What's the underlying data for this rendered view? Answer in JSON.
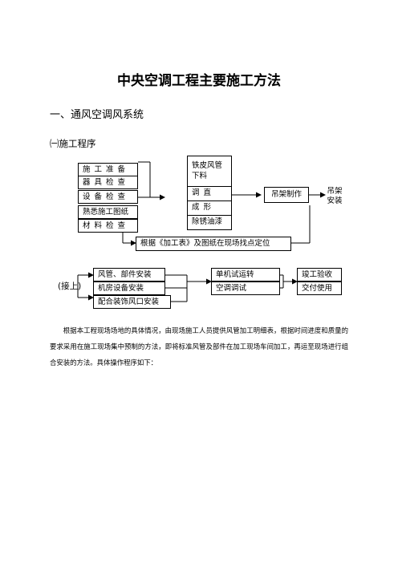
{
  "title": "中央空调工程主要施工方法",
  "section1": "一、通风空调风系统",
  "section1_sub": "㈠施工程序",
  "flow": {
    "prep_items": [
      "施工准备",
      "器具检查",
      "设备检查",
      "熟悉施工图纸",
      "材料检查"
    ],
    "fab_items": [
      "铁皮风管下料",
      "调直",
      "成形",
      "除锈油漆"
    ],
    "hanger_fab": "吊架制作",
    "hanger_install": "吊架安装",
    "positioning": "根据《加工表》及图纸在现场找点定位",
    "continue_label": "(接上)",
    "install_items": [
      "风管、部件安装",
      "机房设备安装",
      "配合装饰风口安装"
    ],
    "test_items": [
      "单机试运转",
      "空调调试"
    ],
    "final_items": [
      "竣工验收",
      "交付使用"
    ]
  },
  "paragraph": "根据本工程现场场地的具体情况，由现场施工人员提供风管加工明细表，根据时间进度和质量的要求采用在施工现场集中预制的方法，即将标准风管及部件在加工现场车间加工，再运至现场进行组合安装的方法。具体操作程序如下："
}
